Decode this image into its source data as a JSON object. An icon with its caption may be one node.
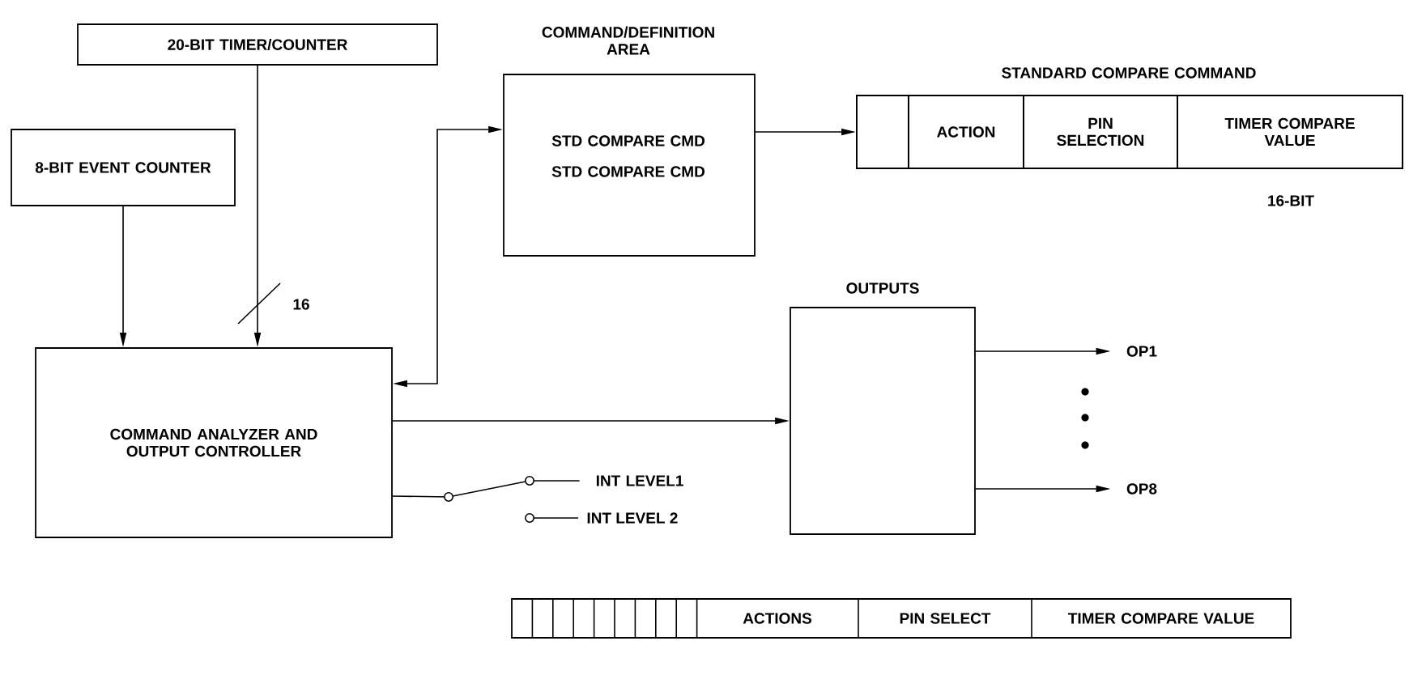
{
  "diagram": {
    "nodes": [
      {
        "text": [
          "20-BIT TIMER/COUNTER"
        ]
      },
      {
        "text": [
          "8-BIT EVENT COUNTER"
        ]
      },
      {
        "text": [
          "COMMAND/DEFINITION AREA",
          "STD COMPARE CMD",
          "STD COMPARE CMD"
        ]
      },
      {
        "text": [
          "STANDARD COMPARE COMMAND"
        ]
      },
      {
        "text": [],
        "shape": "box",
        "in": 3
      },
      {
        "text": [
          "ACTION"
        ],
        "in": 3
      },
      {
        "text": [
          "PIN SELECTION"
        ],
        "in": 3
      },
      {
        "text": [
          "TIMER COMPARE VALUE"
        ],
        "in": 3,
        "beside": [
          "16-BIT"
        ]
      },
      {
        "text": [
          "COMMAND ANALYZER AND OUTPUT CONTROLLER"
        ]
      },
      {
        "text": [
          "OUTPUTS"
        ]
      },
      {
        "text": [
          "OP1"
        ]
      },
      {
        "text": [
          "OP8"
        ]
      },
      {
        "text": [
          "INT LEVEL1"
        ]
      }
    ],
    "edges": [
      {
        "from": 0,
        "to": 8,
        "arrow": "to",
        "label": "16"
      },
      {
        "from": 1,
        "to": 8,
        "arrow": "to"
      },
      {
        "from": 8,
        "to": 2,
        "arrow": "both"
      },
      {
        "from": 2,
        "to": 3,
        "arrow": "to"
      },
      {
        "from": 8,
        "to": 9,
        "arrow": "to"
      },
      {
        "from": 9,
        "to": 10,
        "arrow": "to"
      },
      {
        "from": 9,
        "to": 11,
        "arrow": "to"
      },
      {
        "from": 8,
        "to": 12,
        "arrow": "none"
      }
    ],
    "labels": [
      "INT LEVEL 2",
      "ACTIONS",
      "PIN SELECT",
      "TIMER COMPARE VALUE"
    ]
  }
}
